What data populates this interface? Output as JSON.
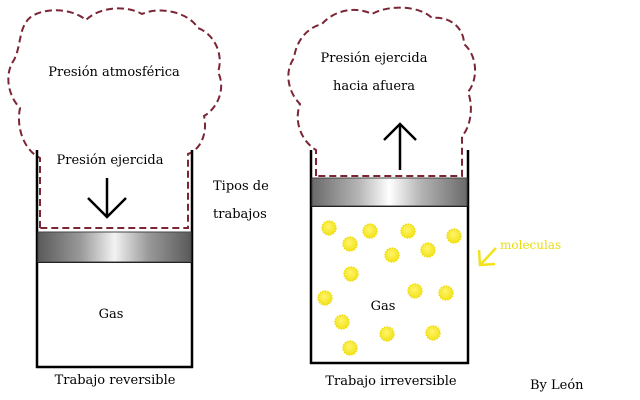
{
  "left_panel": {
    "cloud_label": "Presión atmosférica",
    "pressure_label": "Presión ejercida",
    "gas_label": "Gas",
    "caption": "Trabajo reversible"
  },
  "center_title": {
    "line1": "Tipos de",
    "line2": "trabajos"
  },
  "right_panel": {
    "cloud_label_line1": "Presión ejercida",
    "cloud_label_line2": "hacia afuera",
    "gas_label": "Gas",
    "molecules_label": "moleculas",
    "caption": "Trabajo irreversible"
  },
  "credit": "By León",
  "colors": {
    "cloud_outline": "#7b2535",
    "molecule": "#f6ea1f",
    "molecule_label": "#e8dc10",
    "piston_dark": "#575757",
    "piston_light": "#f2f2f2"
  }
}
